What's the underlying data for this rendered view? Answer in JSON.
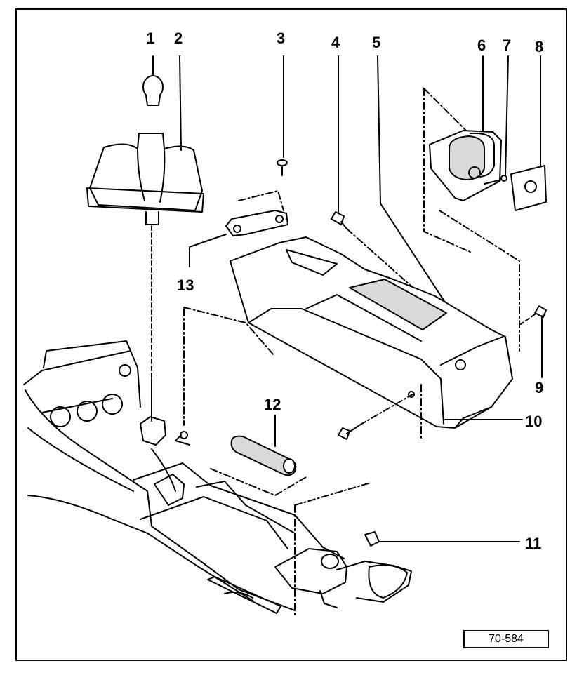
{
  "callouts": {
    "c1": "1",
    "c2": "2",
    "c3": "3",
    "c4": "4",
    "c5": "5",
    "c6": "6",
    "c7": "7",
    "c8": "8",
    "c9": "9",
    "c10": "10",
    "c11": "11",
    "c12": "12",
    "c13": "13"
  },
  "reference": "70-584",
  "colors": {
    "ink": "#000000",
    "paper": "#ffffff",
    "shade": "#d9d9d9"
  }
}
